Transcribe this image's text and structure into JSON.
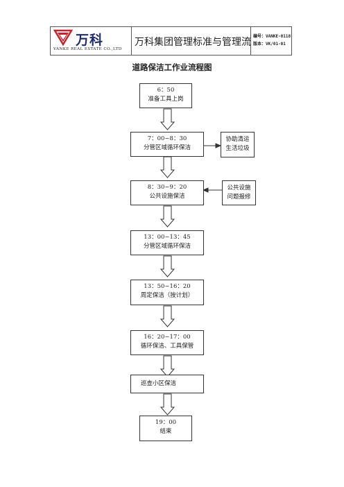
{
  "header": {
    "brand": "万科",
    "company_en": "VANKE REAL ESTATE CO.,LTD",
    "title": "万科集团管理标准与管理流",
    "code": "编号：VANKE-0118",
    "version": "版本：VK/01-01",
    "logo_color": "#c8232c"
  },
  "doc_title": "道路保洁工作业流程图",
  "steps": [
    {
      "time": "6：50",
      "desc": "准备工具上岗"
    },
    {
      "time": "7：00~8：30",
      "desc": "分管区域循环保洁"
    },
    {
      "time": "8：30~9：20",
      "desc": "公共设施保洁"
    },
    {
      "time": "13：00~13：45",
      "desc": "分管区域循环保洁"
    },
    {
      "time": "13：50~16：20",
      "desc": "周定保洁（按计划）"
    },
    {
      "time": "16：20~17：00",
      "desc": "循环保洁、工具保管"
    },
    {
      "time": "",
      "desc": "巡查小区保洁"
    },
    {
      "time": "19：00",
      "desc": "结束"
    }
  ],
  "side_notes": [
    {
      "line1": "协助清运",
      "line2": "生活垃圾"
    },
    {
      "line1": "公共设施",
      "line2": "问题报修"
    }
  ]
}
